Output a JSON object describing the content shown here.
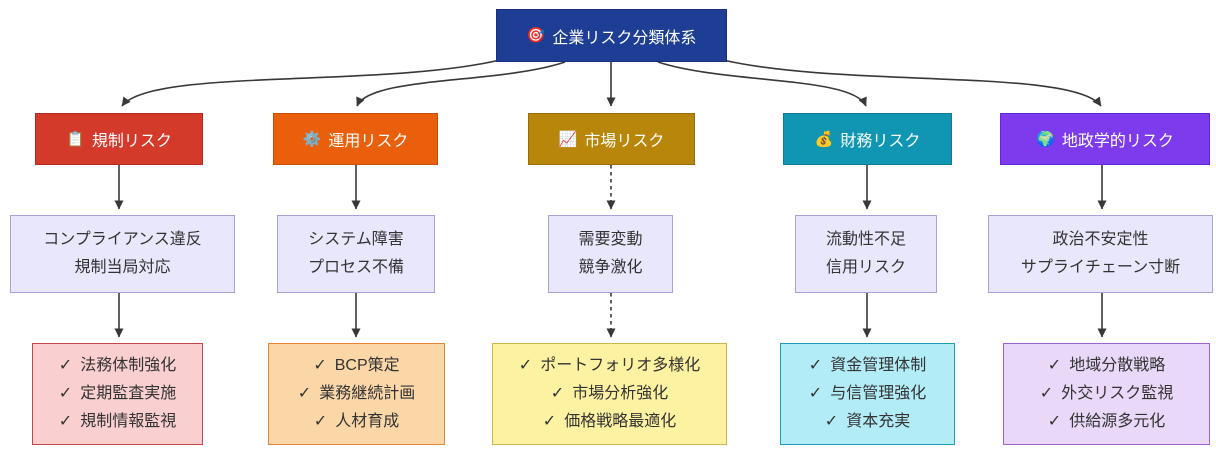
{
  "diagram": {
    "title": "企業リスク分類体系",
    "check_icon": "✓",
    "edge_color": "#383838",
    "root": {
      "label": "企業リスク分類体系",
      "icon": "🎯",
      "bg": "#1d3e94"
    },
    "columns": [
      {
        "category": {
          "label": "規制リスク",
          "icon": "📋",
          "icon_name": "clipboard-icon",
          "color": "#d33a2a"
        },
        "description": [
          "コンプライアンス違反",
          "規制当局対応"
        ],
        "actions": [
          "法務体制強化",
          "定期監査実施",
          "規制情報監視"
        ],
        "actions_bg": "#f9cfcf"
      },
      {
        "category": {
          "label": "運用リスク",
          "icon": "⚙️",
          "icon_name": "gear-icon",
          "color": "#e95f0c"
        },
        "description": [
          "システム障害",
          "プロセス不備"
        ],
        "actions": [
          "BCP策定",
          "業務継続計画",
          "人材育成"
        ],
        "actions_bg": "#fbd7a8"
      },
      {
        "category": {
          "label": "市場リスク",
          "icon": "📈",
          "icon_name": "chart-increasing-icon",
          "color": "#b8860b"
        },
        "description": [
          "需要変動",
          "競争激化"
        ],
        "actions": [
          "ポートフォリオ多様化",
          "市場分析強化",
          "価格戦略最適化"
        ],
        "actions_bg": "#fdf2a2"
      },
      {
        "category": {
          "label": "財務リスク",
          "icon": "💰",
          "icon_name": "money-bag-icon",
          "color": "#1096b2"
        },
        "description": [
          "流動性不足",
          "信用リスク"
        ],
        "actions": [
          "資金管理体制",
          "与信管理強化",
          "資本充実"
        ],
        "actions_bg": "#b2ecf7"
      },
      {
        "category": {
          "label": "地政学的リスク",
          "icon": "🌍",
          "icon_name": "globe-icon",
          "color": "#7d3bed"
        },
        "description": [
          "政治不安定性",
          "サプライチェーン寸断"
        ],
        "actions": [
          "地域分散戦略",
          "外交リスク監視",
          "供給源多元化"
        ],
        "actions_bg": "#e9d8f8"
      }
    ]
  }
}
